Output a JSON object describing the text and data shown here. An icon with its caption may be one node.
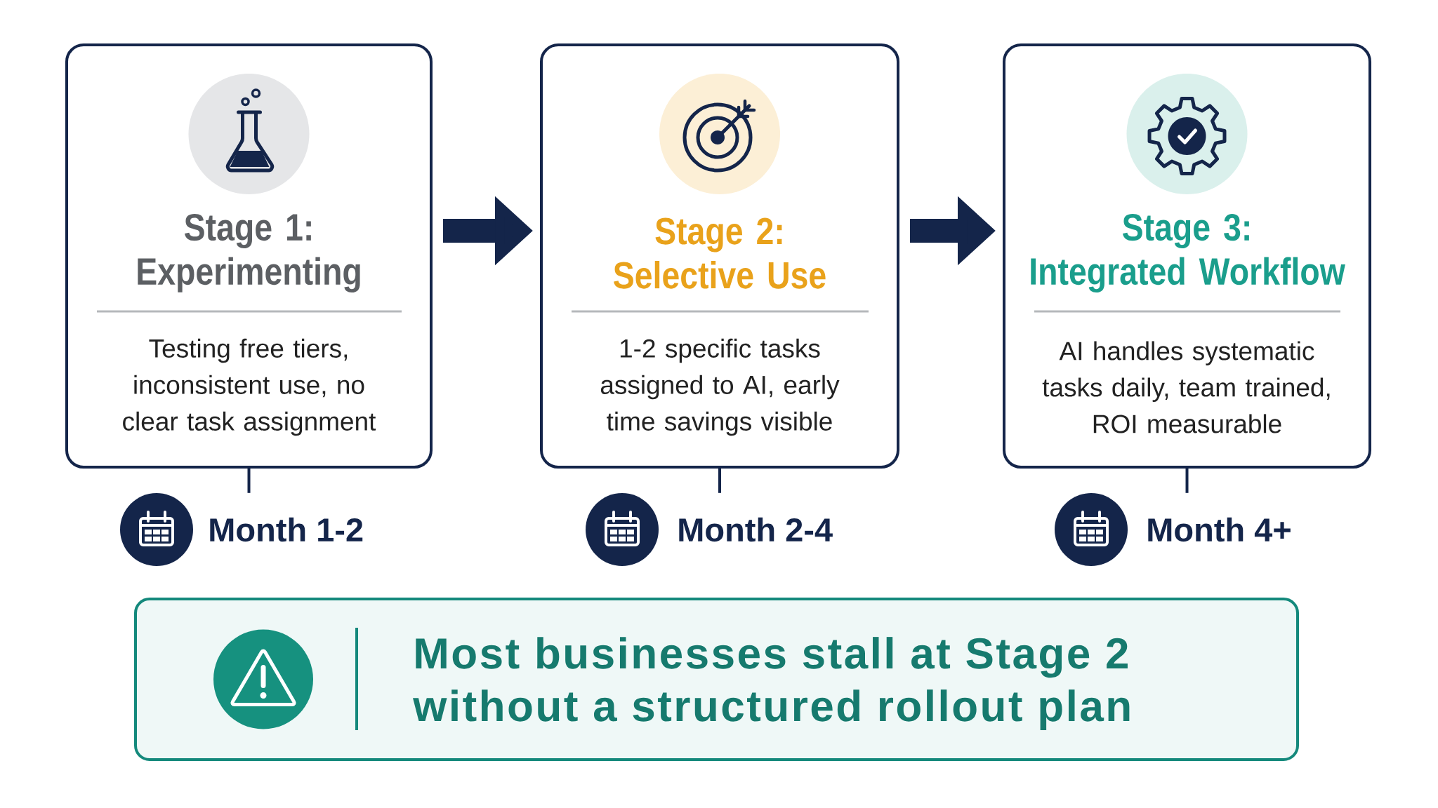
{
  "diagram": {
    "nodes": [
      {
        "text": [
          "Stage 1: Experimenting",
          "Testing free tiers, inconsistent use, no clear task assignment"
        ]
      },
      {
        "text": [
          "Stage 2: Selective Use",
          "1-2 specific tasks assigned to AI, early time savings visible"
        ]
      },
      {
        "text": [
          "Stage 3: Integrated Workflow",
          "AI handles systematic tasks daily, team trained, ROI measurable"
        ]
      },
      {
        "text": [
          "Month 1-2"
        ]
      },
      {
        "text": [
          "Month 2-4"
        ]
      },
      {
        "text": [
          "Month 4+"
        ]
      },
      {
        "text": [
          "Most businesses stall at Stage 2 without a structured rollout plan"
        ]
      }
    ],
    "edges": [
      {
        "from": 0,
        "to": 1,
        "arrow": "to",
        "style": "thick"
      },
      {
        "from": 1,
        "to": 2,
        "arrow": "to",
        "style": "thick"
      },
      {
        "from": 0,
        "to": 3,
        "arrow": "none"
      },
      {
        "from": 1,
        "to": 4,
        "arrow": "none"
      },
      {
        "from": 2,
        "to": 5,
        "arrow": "none"
      }
    ]
  }
}
